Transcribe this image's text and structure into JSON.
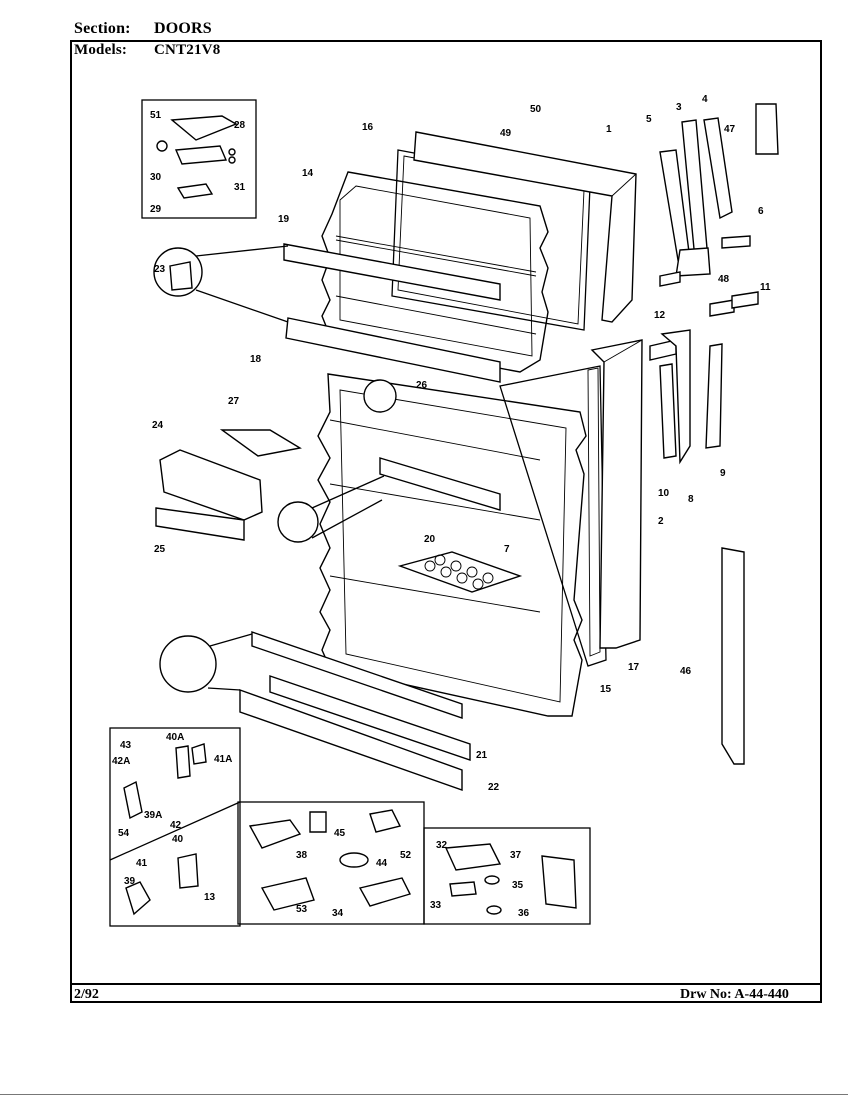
{
  "header": {
    "section_label": "Section:",
    "section_value": "DOORS",
    "models_label": "Models:",
    "models_value": "CNT21V8"
  },
  "footer": {
    "date": "2/92",
    "drawing_no": "Drw No: A-44-440"
  },
  "callouts": [
    "50",
    "49",
    "1",
    "16",
    "14",
    "19",
    "23",
    "18",
    "26",
    "27",
    "24",
    "25",
    "20",
    "7",
    "2",
    "17",
    "15",
    "21",
    "22",
    "5",
    "3",
    "4",
    "47",
    "6",
    "48",
    "11",
    "12",
    "10",
    "8",
    "9",
    "46",
    "51",
    "28",
    "30",
    "31",
    "29",
    "43",
    "40A",
    "42A",
    "41A",
    "39A",
    "54",
    "42",
    "40",
    "41",
    "39",
    "13",
    "45",
    "38",
    "44",
    "52",
    "53",
    "34",
    "32",
    "37",
    "35",
    "33",
    "36"
  ]
}
